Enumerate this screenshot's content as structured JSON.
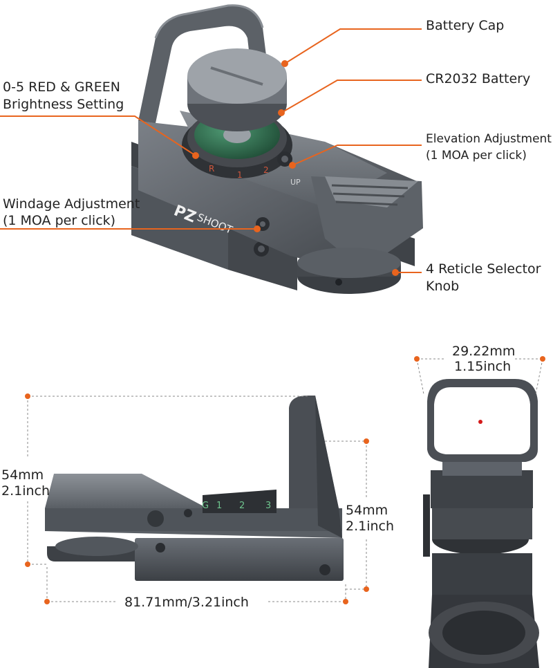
{
  "colors": {
    "accent": "#e8641e",
    "body_dark": "#4a4e54",
    "body_mid": "#6b7077",
    "body_light": "#9aa0a6",
    "lens_green": "#2f6b4e",
    "reticle_dot": "#d41a1a"
  },
  "callouts": {
    "battery_cap": "Battery Cap",
    "cr2032_battery": "CR2032 Battery",
    "brightness_line1": "0-5 RED & GREEN",
    "brightness_line2": "Brightness Setting",
    "elevation_line1": "Elevation Adjustment",
    "elevation_line2": "(1 MOA per click)",
    "windage_line1": "Windage Adjustment",
    "windage_line2": "(1 MOA per click)",
    "reticle_line1": "4 Reticle Selector",
    "reticle_line2": "Knob"
  },
  "product": {
    "brand_text": "SHOOT",
    "brand_mark": "PZ",
    "elevation_mark": "UP",
    "dial_marks_top": [
      "R",
      "1",
      "2"
    ],
    "dial_marks_side": [
      "G",
      "1",
      "2",
      "3"
    ]
  },
  "dimensions": {
    "width_mm": "29.22mm",
    "width_inch": "1.15inch",
    "height_left_mm": "54mm",
    "height_left_inch": "2.1inch",
    "height_right_mm": "54mm",
    "height_right_inch": "2.1inch",
    "length": "81.71mm/3.21inch"
  }
}
